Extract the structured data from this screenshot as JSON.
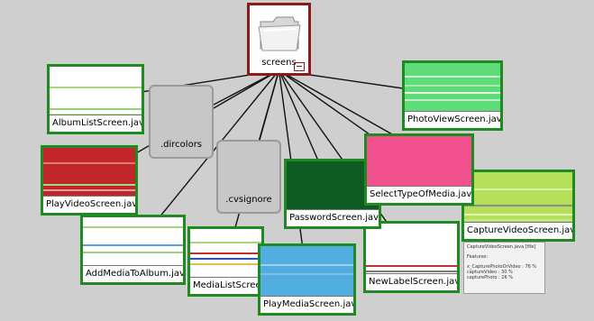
{
  "graph": {
    "root": {
      "label": "screens"
    },
    "folders": [
      {
        "id": "dircolors",
        "label": ".dircolors"
      },
      {
        "id": "cvsignore",
        "label": ".cvsignore"
      }
    ],
    "files": [
      {
        "id": "albumlist",
        "label": "AlbumListScreen.java",
        "fill": "#ffffff",
        "strips": [
          "#a7d67d",
          "#9bd07a",
          "#c8e6a6"
        ]
      },
      {
        "id": "photoview",
        "label": "PhotoViewScreen.java",
        "fill": "#5fdc7a",
        "strips": [
          "#c9f0cf",
          "#a9e7b3",
          "#eaf8ec",
          "#bdeec6"
        ]
      },
      {
        "id": "playvideo",
        "label": "PlayVideoScreen.java",
        "fill": "#c0262a",
        "strips": [
          "#e07a7a",
          "#a0e07a",
          "#dca0a0"
        ]
      },
      {
        "id": "password",
        "label": "PasswordScreen.java",
        "fill": "#0f5b24",
        "strips": []
      },
      {
        "id": "selecttype",
        "label": "SelectTypeOfMedia.java",
        "fill": "#f0508c",
        "strips": []
      },
      {
        "id": "capturevideo",
        "label": "CaptureVideoScreen.java",
        "fill": "#b5df59",
        "strips": [
          "#d8f0a8",
          "#8c8c8c",
          "#e4f4c0",
          "#c0e888"
        ]
      },
      {
        "id": "addmedia",
        "label": "AddMediaToAlbum.java",
        "fill": "#ffffff",
        "strips": [
          "#a7d67d",
          "#5aa0d8",
          "#9bd07a"
        ]
      },
      {
        "id": "medialist",
        "label": "MediaListScreen.java",
        "fill": "#ffffff",
        "strips": [
          "#a7d67d",
          "#c03030",
          "#3050c0",
          "#e0c040"
        ]
      },
      {
        "id": "playmedia",
        "label": "PlayMediaScreen.java",
        "fill": "#52aee0",
        "strips": [
          "#a0d0f0",
          "#80c0e8"
        ]
      },
      {
        "id": "newlabel",
        "label": "NewLabelScreen.java",
        "fill": "#ffffff",
        "strips": [
          "#c03030",
          "#7a7a7a"
        ]
      }
    ],
    "tooltip": {
      "title": "CaptureVideoScreen.java [file]",
      "features_heading": "Features:",
      "lines": [
        "x_CapturePhotoOrVideo : 76 %",
        "captureVideo : 30 %",
        "capturePhoto : 26 %"
      ]
    }
  }
}
